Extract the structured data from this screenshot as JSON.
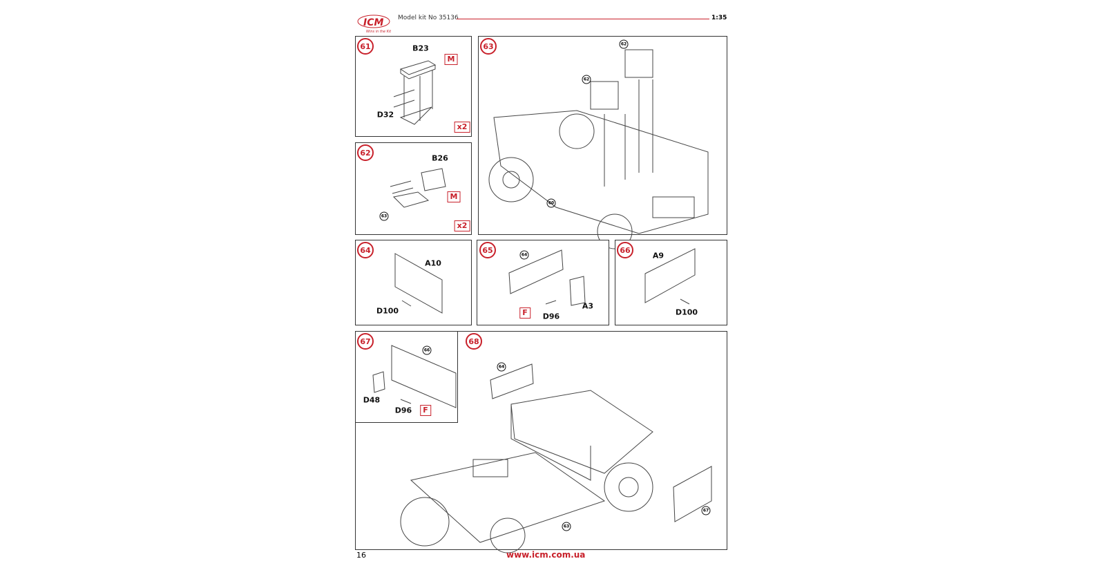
{
  "header": {
    "logo": "ICM",
    "logo_tagline": "Wins in the Kit",
    "kit": "Model kit No 35136",
    "scale": "1:35"
  },
  "colors": {
    "accent": "#c8202a"
  },
  "steps": {
    "s61": {
      "num": "61",
      "parts": [
        "B23",
        "D32"
      ],
      "paint": "M",
      "qty": "x2"
    },
    "s62": {
      "num": "62",
      "parts": [
        "B26"
      ],
      "ref": "63",
      "paint": "M",
      "qty": "x2"
    },
    "s63": {
      "num": "63",
      "refs": [
        "62",
        "62",
        "60"
      ]
    },
    "s64": {
      "num": "64",
      "parts": [
        "A10",
        "D100"
      ]
    },
    "s65": {
      "num": "65",
      "ref": "64",
      "parts": [
        "A3",
        "D96"
      ],
      "paint": "F"
    },
    "s66": {
      "num": "66",
      "parts": [
        "A9",
        "D100"
      ]
    },
    "s67": {
      "num": "67",
      "ref": "66",
      "parts": [
        "D48",
        "D96"
      ],
      "paint": "F"
    },
    "s68": {
      "num": "68",
      "refs": [
        "64",
        "67",
        "63"
      ]
    }
  },
  "footer": {
    "page": "16",
    "url": "www.icm.com.ua"
  }
}
